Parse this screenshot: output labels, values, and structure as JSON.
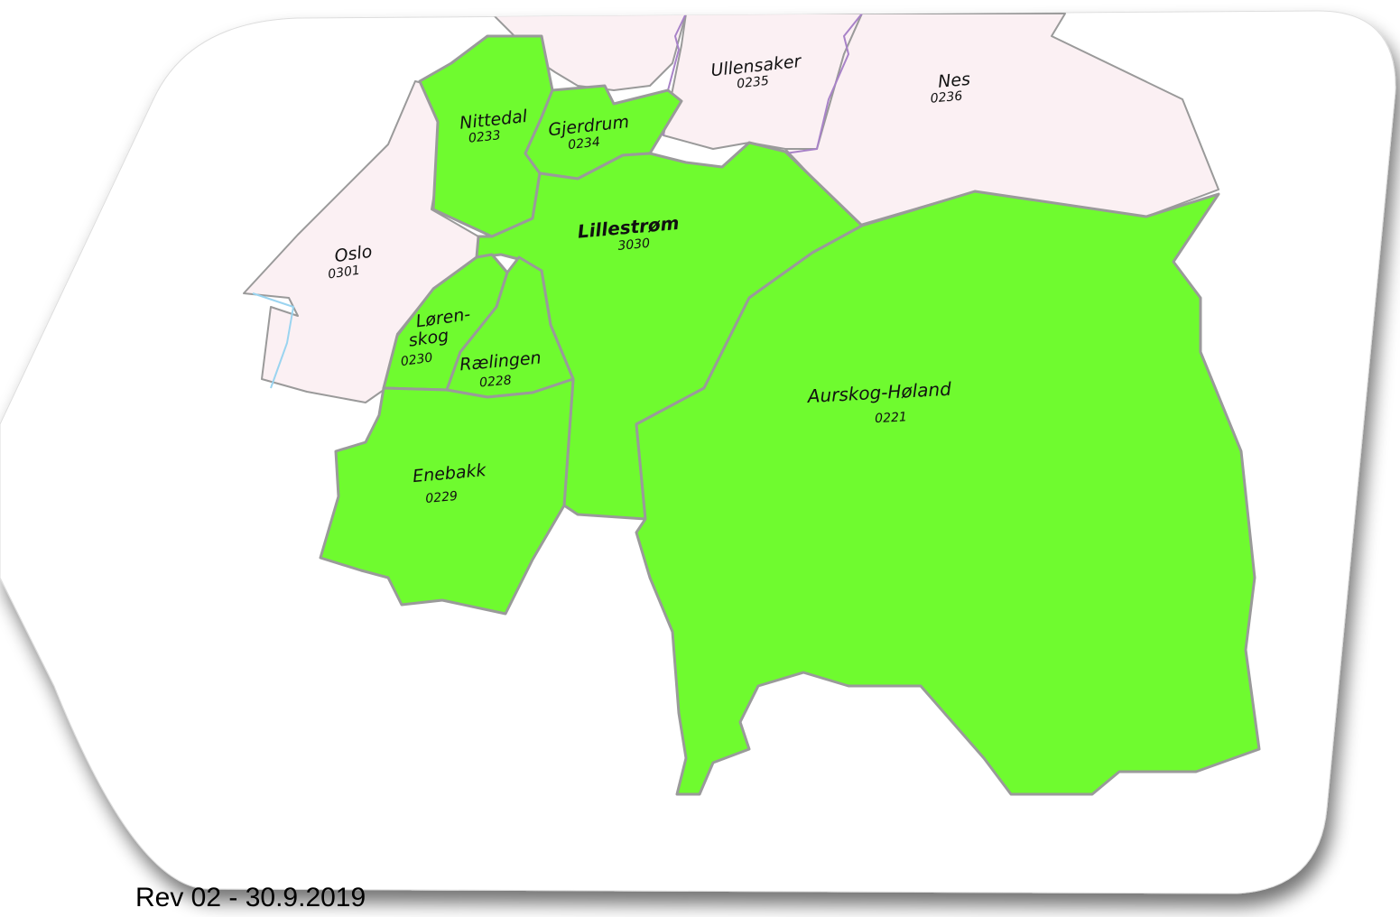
{
  "colors": {
    "member_fill": "#6ffb2f",
    "neighbor_fill": "#fbf0f3",
    "border_gray": "#9a9a9a",
    "border_purple": "#a882c8",
    "water_blue": "#9ad4f0",
    "card_fill": "#ffffff"
  },
  "municipalities": {
    "nittedal": {
      "name": "Nittedal",
      "code": "0233"
    },
    "gjerdrum": {
      "name": "Gjerdrum",
      "code": "0234"
    },
    "ullensaker": {
      "name": "Ullensaker",
      "code": "0235"
    },
    "nes": {
      "name": "Nes",
      "code": "0236"
    },
    "lillestrom": {
      "name": "Lillestrøm",
      "code": "3030"
    },
    "oslo": {
      "name": "Oslo",
      "code": "0301"
    },
    "lorenskog": {
      "name_line1": "Løren-",
      "name_line2": "skog",
      "code": "0230"
    },
    "raelingen": {
      "name": "Rælingen",
      "code": "0228"
    },
    "enebakk": {
      "name": "Enebakk",
      "code": "0229"
    },
    "aurskog": {
      "name": "Aurskog-Høland",
      "code": "0221"
    }
  },
  "footer": {
    "revision": "Rev 02 - 30.9.2019"
  }
}
